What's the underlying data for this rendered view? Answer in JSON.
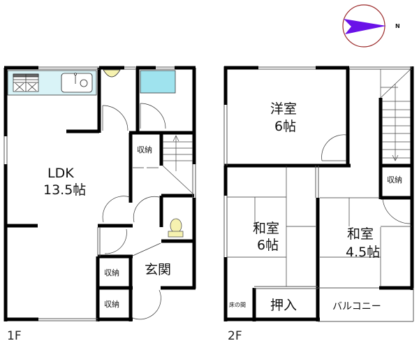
{
  "compass": {
    "direction_label": "N",
    "arrow_color": "#6a12e8",
    "circle_color": "#9b2a2a",
    "label_color": "#b22222"
  },
  "floor1": {
    "floor_label": "1F",
    "rooms": {
      "ldk_name": "LDK",
      "ldk_size": "13.5帖",
      "storage_upper": "収納",
      "entrance": "玄関",
      "storage_lower_1": "収納",
      "storage_lower_2": "収納"
    },
    "fixture_colors": {
      "kitchen_counter": "#d9f3f7",
      "bathtub": "#9fe3ee",
      "toilet": "#f6f2b0",
      "washbasin": "#f6f2b0"
    }
  },
  "floor2": {
    "floor_label": "2F",
    "rooms": {
      "western_name": "洋室",
      "western_size": "6帖",
      "storage": "収納",
      "japanese1_name": "和室",
      "japanese1_size": "6帖",
      "japanese2_name": "和室",
      "japanese2_size": "4.5帖",
      "tokonoma": "床の間",
      "oshiire": "押入",
      "balcony": "バルコニー"
    }
  }
}
